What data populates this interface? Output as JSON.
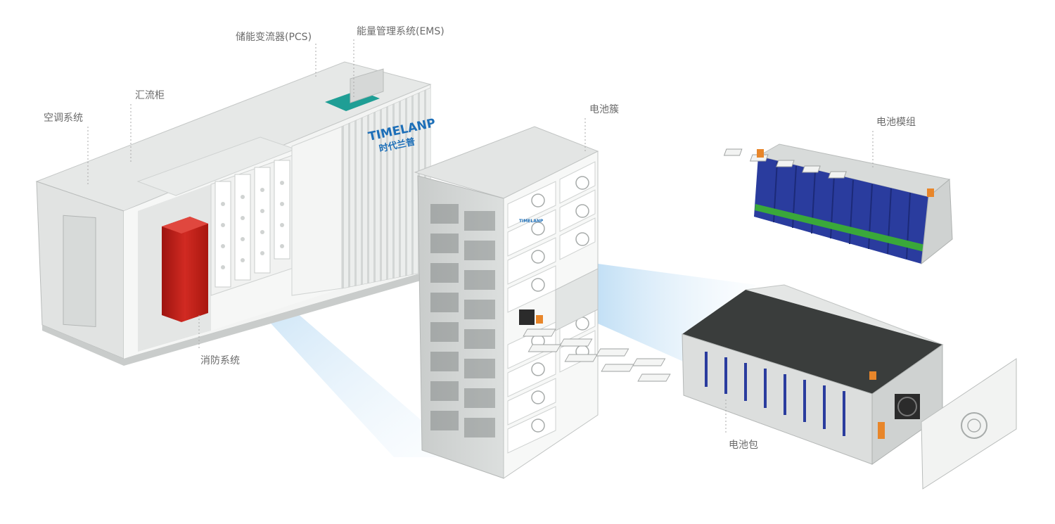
{
  "labels": {
    "ac_system": "空调系统",
    "combiner_cabinet": "汇流柜",
    "pcs": "储能变流器(PCS)",
    "ems": "能量管理系统(EMS)",
    "fire_protection": "消防系统",
    "battery_cluster": "电池簇",
    "battery_module": "电池模组",
    "battery_pack": "电池包"
  },
  "brand": {
    "logo_text": "TIMELANP",
    "logo_cn": "时代兰普",
    "rack_badge": "TIMELANP"
  },
  "colors": {
    "background": "#ffffff",
    "label": "#6b6b6b",
    "container_body": "#eef0ef",
    "fire_red": "#c8201b",
    "ems_teal": "#1f9e95",
    "brand_blue": "#1d6fb8",
    "cell_blue": "#2a3c9e",
    "module_green": "#3aa83a",
    "connector_orange": "#e8862a",
    "beam_blue": "#cfe6f7"
  }
}
